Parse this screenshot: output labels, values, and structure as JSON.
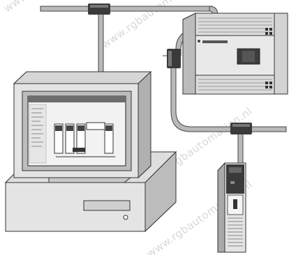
{
  "diagram": {
    "watermark_text": "www.rgbautomation.nl",
    "colors": {
      "cable": "#b9b9b9",
      "cable_edge": "#444444",
      "connector": "#3a3a3a",
      "device_body": "#e4e4e4",
      "device_side": "#c9c9c9",
      "plc_panel": "#dcdcdc",
      "screen_bg": "#f2f2f2"
    },
    "components": {
      "computer": {
        "role": "workstation"
      },
      "plc_top": {
        "role": "programmable-logic-controller"
      },
      "plc_module": {
        "role": "io-module"
      }
    }
  }
}
